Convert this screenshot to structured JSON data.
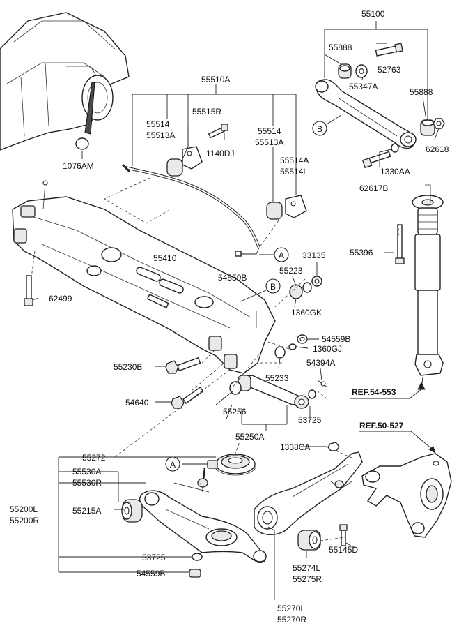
{
  "labels": {
    "p55100": "55100",
    "p55888a": "55888",
    "p52763": "52763",
    "p55347a": "55347A",
    "p55888b": "55888",
    "p62618": "62618",
    "p1330aa": "1330AA",
    "p62617b": "62617B",
    "p55510a": "55510A",
    "p55515r": "55515R",
    "p55514a": "55514",
    "p55513a_a": "55513A",
    "p1140dj": "1140DJ",
    "p55514b": "55514",
    "p55513a_b": "55513A",
    "p55514a2": "55514A",
    "p55514l": "55514L",
    "p1076am": "1076AM",
    "p55396": "55396",
    "p33135": "33135",
    "p55223": "55223",
    "p55410": "55410",
    "p54559b_a": "54559B",
    "p1360gk": "1360GK",
    "p62499": "62499",
    "p54559b_b": "54559B",
    "p1360gj": "1360GJ",
    "p54394a": "54394A",
    "p55230b": "55230B",
    "p55233": "55233",
    "ref54553": "REF.54-553",
    "p54640": "54640",
    "p55256": "55256",
    "p53725a": "53725",
    "p55250a": "55250A",
    "ref50527": "REF.50-527",
    "p55272": "55272",
    "p1338ca": "1338CA",
    "p55530a": "55530A",
    "p55530r": "55530R",
    "p55200l": "55200L",
    "p55200r": "55200R",
    "p55215a": "55215A",
    "p53725b": "53725",
    "p54559b_c": "54559B",
    "p55145d": "55145D",
    "p55274l": "55274L",
    "p55275r": "55275R",
    "p55270l": "55270L",
    "p55270r": "55270R",
    "callout_a": "A",
    "callout_b": "B"
  }
}
